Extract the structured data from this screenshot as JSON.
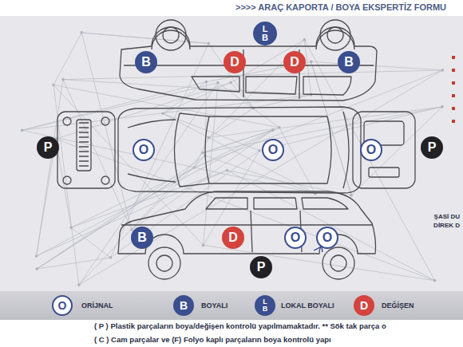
{
  "diagram": {
    "title": ">>>> ARAÇ KAPORTA / BOYA EKSPERTİZ FORMU",
    "nodes": [
      {
        "text": [
          "L B"
        ]
      },
      {
        "text": [
          "B"
        ]
      },
      {
        "text": [
          "D"
        ]
      },
      {
        "text": [
          "D"
        ]
      },
      {
        "text": [
          "B"
        ]
      },
      {
        "text": [
          "P"
        ]
      },
      {
        "text": [
          "O"
        ]
      },
      {
        "text": [
          "O"
        ]
      },
      {
        "text": [
          "O"
        ]
      },
      {
        "text": [
          "P"
        ]
      },
      {
        "text": [
          "B"
        ]
      },
      {
        "text": [
          "D"
        ]
      },
      {
        "text": [
          "O"
        ]
      },
      {
        "text": [
          "O"
        ]
      },
      {
        "text": [
          "P"
        ]
      }
    ],
    "edges": [],
    "labels": [
      "ŞASİ DU",
      "DİREK D",
      "O",
      "B",
      "L B",
      "D",
      "( P ) Plastik parçaların boya/değişen kontrolü yapılmamaktadır. ** Sök tak parça o",
      "( C ) Cam parçalar ve (F) Folyo kaplı parçaların boya kontrolü yapı"
    ],
    "legend": [
      {
        "text": "ORİJNAL",
        "color": "#ffffff"
      },
      {
        "text": "BOYALI",
        "color": "#3b4e8e"
      },
      {
        "text": "LOKAL BOYALI",
        "color": "#3b4e8e"
      },
      {
        "text": "DEĞİŞEN",
        "color": "#d4433e"
      }
    ]
  }
}
